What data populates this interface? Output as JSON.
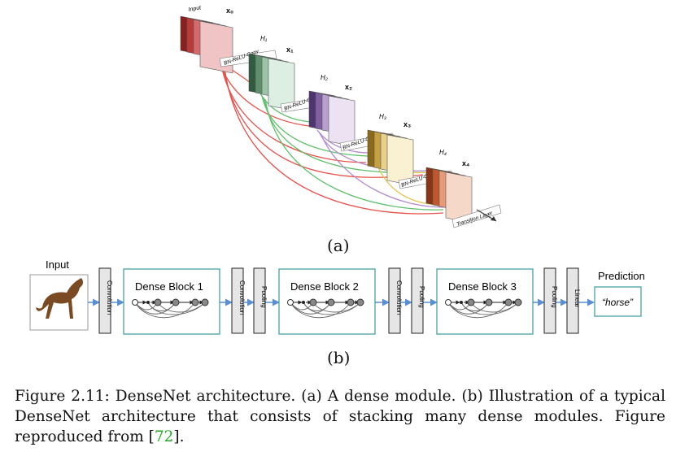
{
  "module": {
    "input_label": "Input",
    "x0": "x₀",
    "x1": "x₁",
    "x2": "x₂",
    "x3": "x₃",
    "x4": "x₄",
    "h1": "H₁",
    "h2": "H₂",
    "h3": "H₃",
    "h4": "H₄",
    "conv_label": "BN-ReLU-Conv",
    "transition_label": "Transition Layer",
    "colors": {
      "input": "#b93a3a",
      "block1": "#4f7a5c",
      "block2": "#6b4d8c",
      "block3": "#c4a040",
      "block4": "#c0582e",
      "link_red": "#e8504a",
      "link_green": "#5fc06a",
      "link_purple": "#b48ad0",
      "link_yellow": "#e8c24a"
    }
  },
  "sublabel_a": "(a)",
  "architecture": {
    "input_label": "Input",
    "prediction_label": "Prediction",
    "prediction_value": "“horse”",
    "layer_convolution": "Convolution",
    "layer_pooling": "Pooling",
    "layer_linear": "Linear",
    "dense_block_1": "Dense Block 1",
    "dense_block_2": "Dense Block 2",
    "dense_block_3": "Dense Block 3",
    "colors": {
      "block_border": "#3a9a9a",
      "arrow": "#5b8fd4",
      "layer_fill": "#e6e6e6"
    }
  },
  "sublabel_b": "(b)",
  "caption": {
    "text_before": "Figure 2.11: DenseNet architecture. (a) A dense module. (b) Illustration of a typical DenseNet architecture that consists of stacking many dense modules. Figure reproduced from [",
    "ref": "72",
    "text_after": "]."
  }
}
